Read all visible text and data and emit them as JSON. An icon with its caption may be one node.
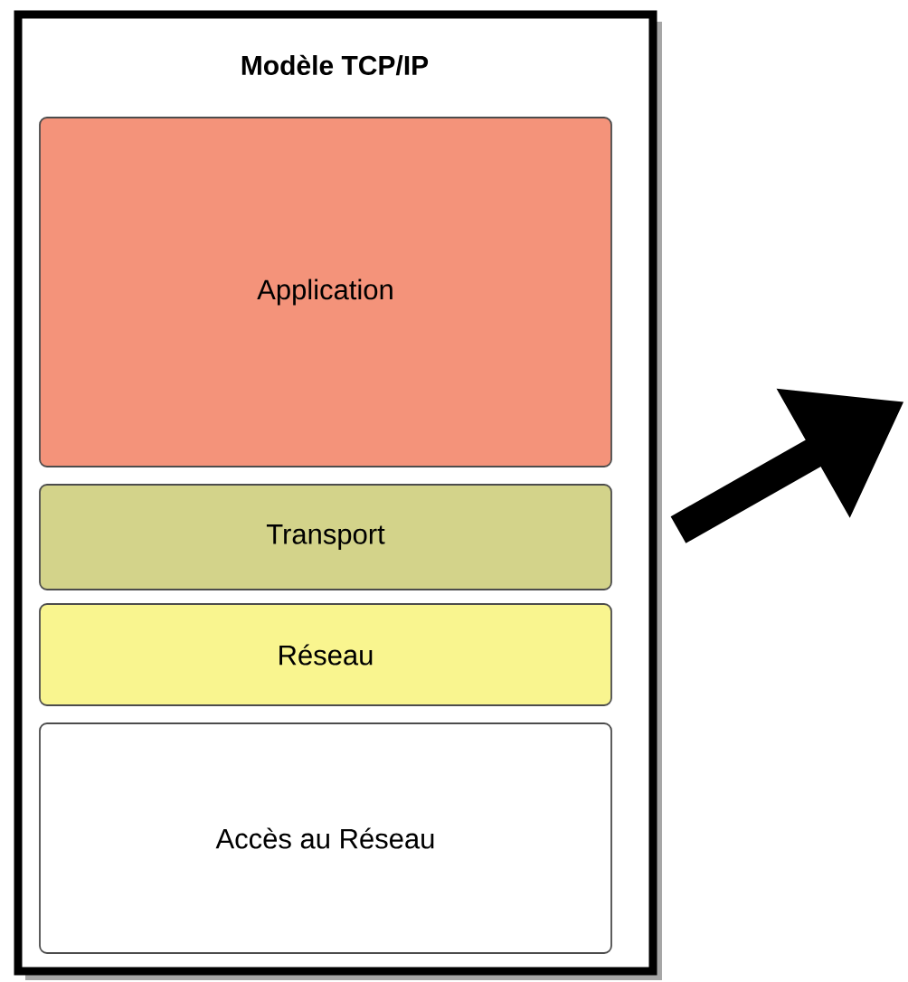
{
  "diagram": {
    "nodes": [
      {
        "text": [
          "Modèle TCP/IP"
        ]
      },
      {
        "text": [
          "Application"
        ],
        "in": 0
      },
      {
        "text": [
          "Transport"
        ],
        "in": 0
      },
      {
        "text": [
          "Réseau"
        ],
        "in": 0
      },
      {
        "text": [
          "Accès au Réseau"
        ],
        "in": 0
      }
    ]
  }
}
